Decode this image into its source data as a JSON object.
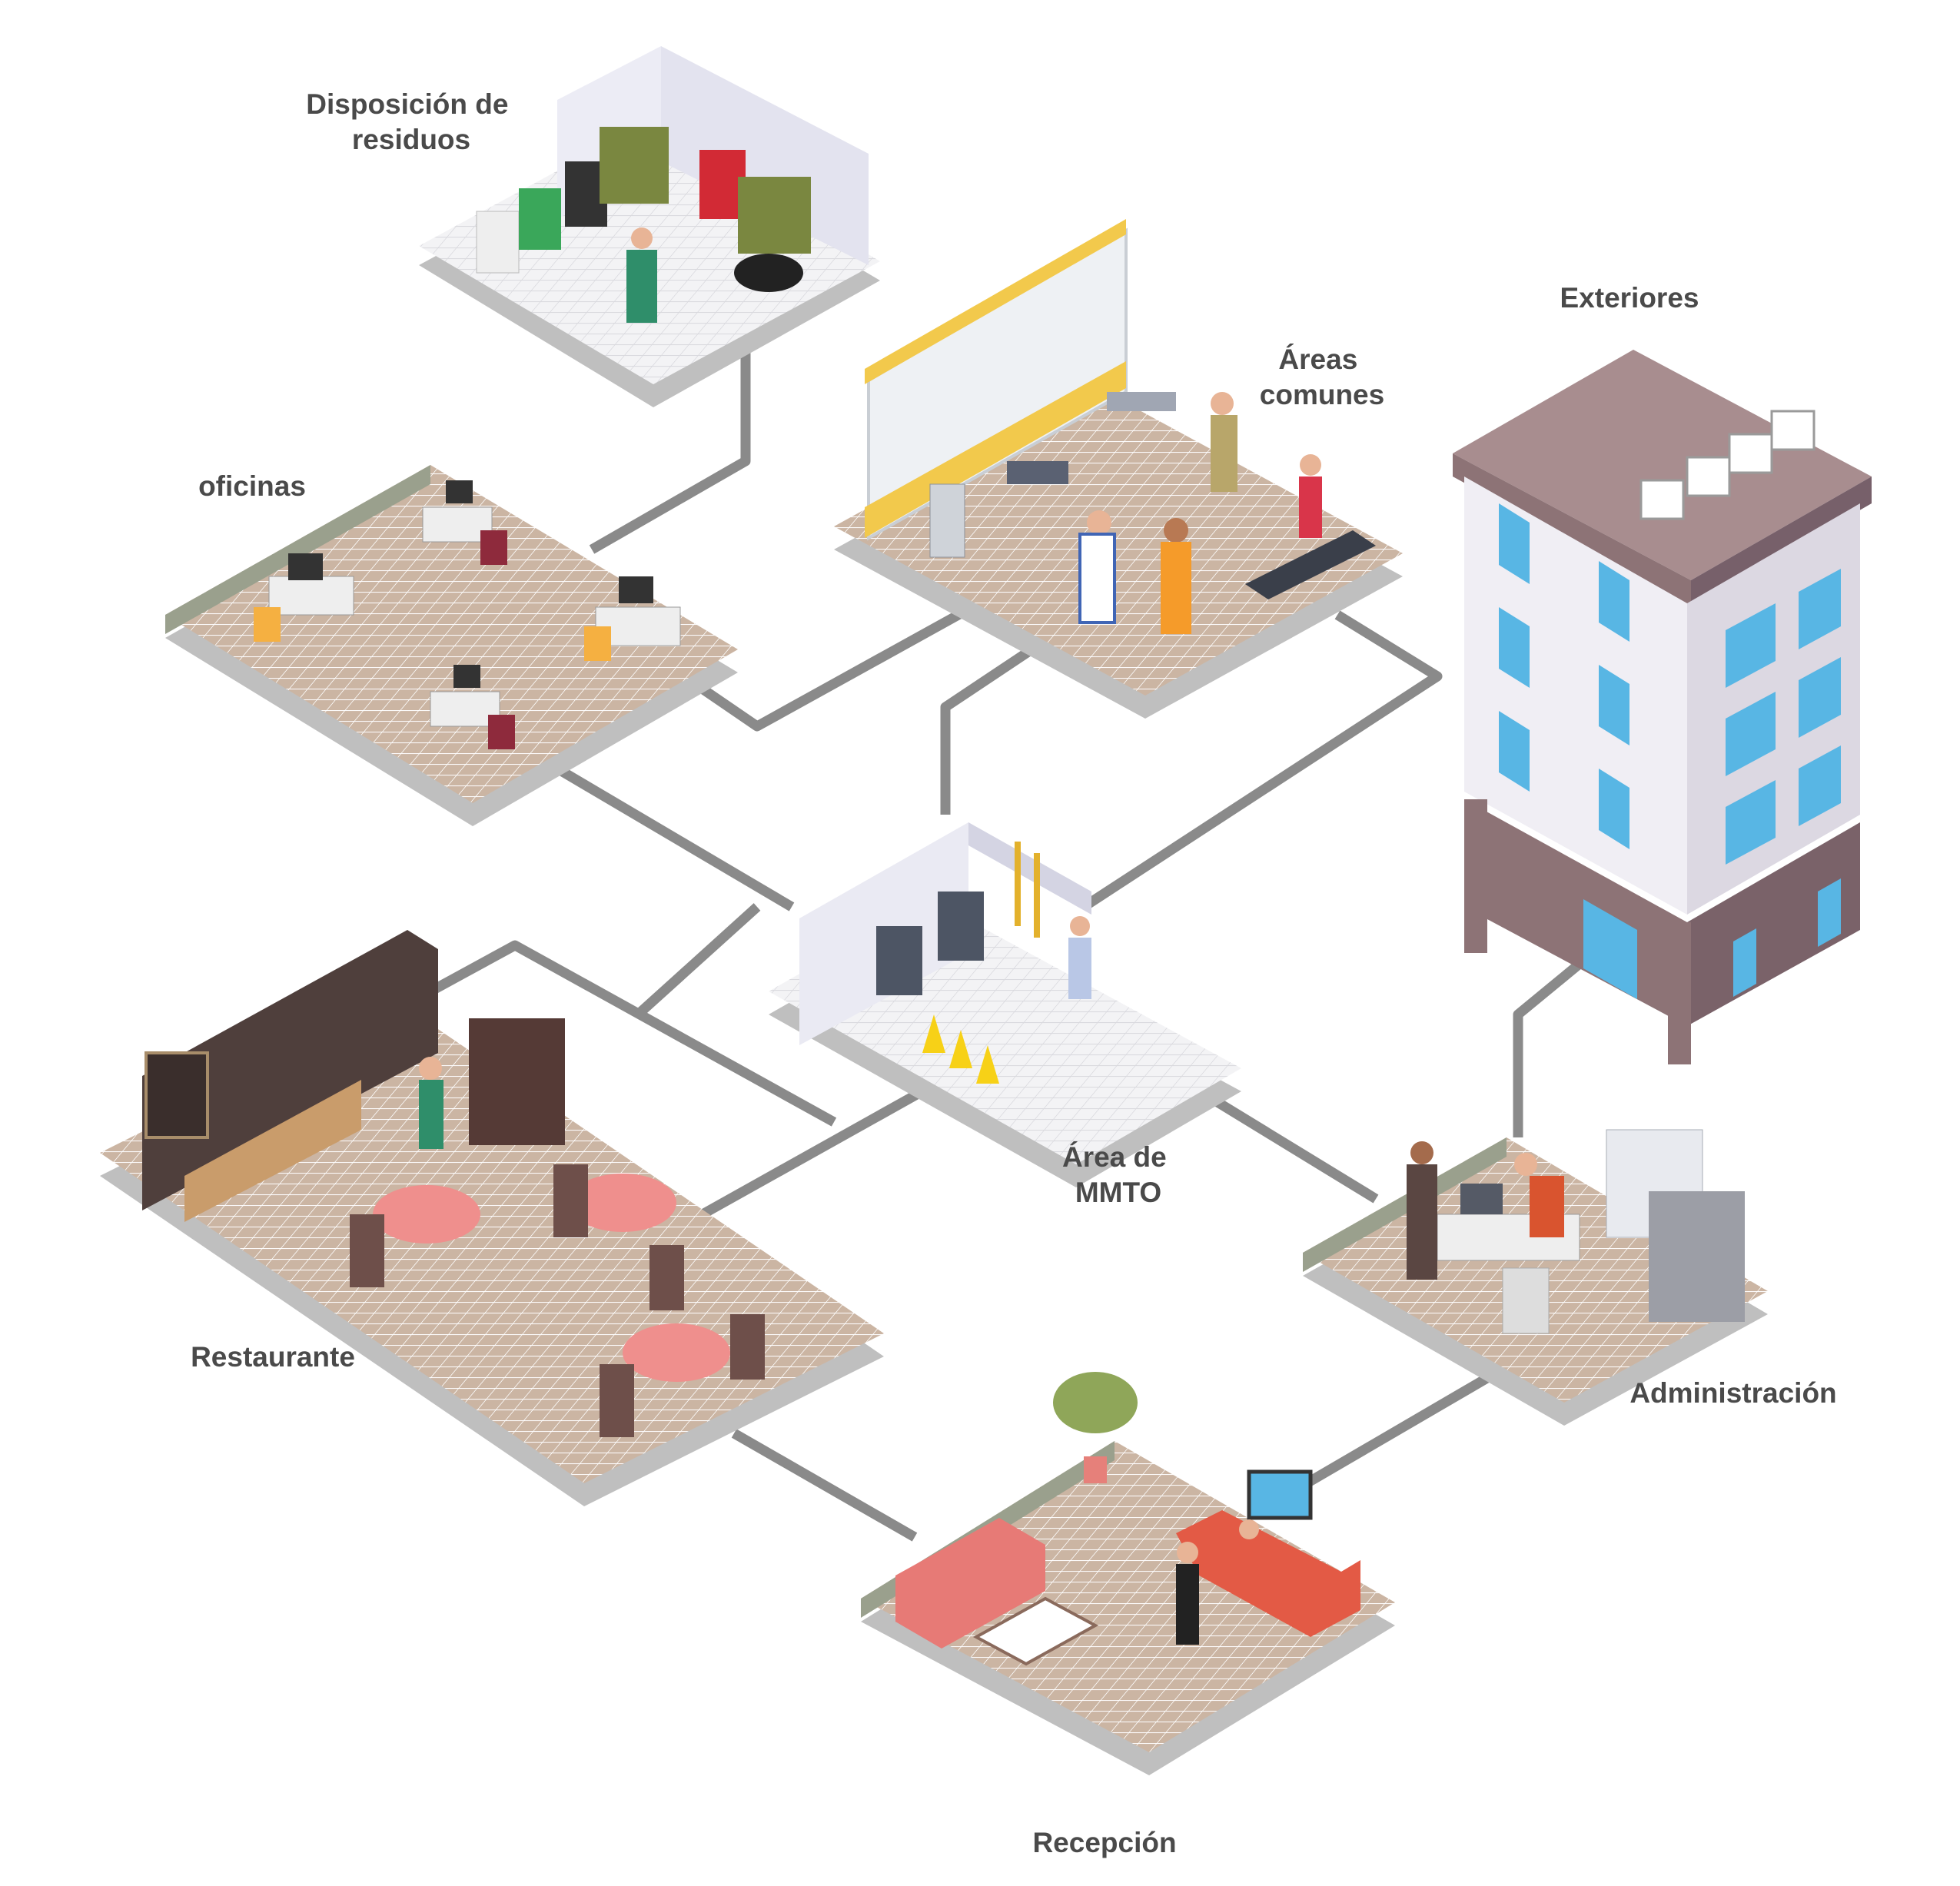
{
  "diagram": {
    "nodes": [
      {
        "id": "residuos",
        "label_lines": [
          "Disposición de",
          "residuos"
        ]
      },
      {
        "id": "areas-comunes",
        "label_lines": [
          "Áreas",
          "comunes"
        ]
      },
      {
        "id": "exteriores",
        "label_lines": [
          "Exteriores"
        ]
      },
      {
        "id": "oficinas",
        "label_lines": [
          "oficinas"
        ]
      },
      {
        "id": "mmto",
        "label_lines": [
          "Área de",
          "MMTO"
        ]
      },
      {
        "id": "restaurante",
        "label_lines": [
          "Restaurante"
        ]
      },
      {
        "id": "administracion",
        "label_lines": [
          "Administración"
        ]
      },
      {
        "id": "recepcion",
        "label_lines": [
          "Recepción"
        ]
      }
    ],
    "connections": [
      [
        "residuos",
        "oficinas"
      ],
      [
        "oficinas",
        "areas-comunes"
      ],
      [
        "oficinas",
        "mmto"
      ],
      [
        "areas-comunes",
        "mmto"
      ],
      [
        "restaurante",
        "mmto"
      ],
      [
        "mmto",
        "administracion"
      ],
      [
        "exteriores",
        "administracion"
      ],
      [
        "administracion",
        "recepcion"
      ],
      [
        "restaurante",
        "recepcion"
      ]
    ]
  },
  "colors": {
    "floor": "#cbb5a3",
    "floor_grid": "#ffffff",
    "slab": "#bfbfbf",
    "connector": "#8a8a8a",
    "label": "#4a4a4a",
    "building_wall": "#f0eef4",
    "building_roof": "#a88d8f",
    "window": "#58b6e4"
  }
}
